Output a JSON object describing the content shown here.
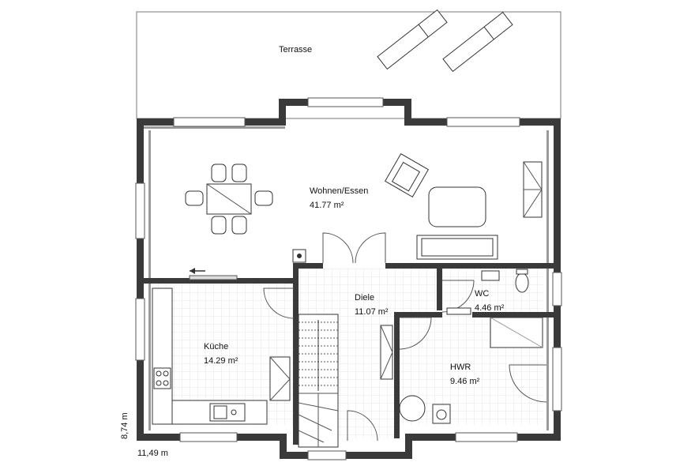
{
  "rooms": {
    "terrace": {
      "name": "Terrasse"
    },
    "living": {
      "name": "Wohnen/Essen",
      "area": "41.77 m²"
    },
    "hall": {
      "name": "Diele",
      "area": "11.07 m²"
    },
    "wc": {
      "name": "WC",
      "area": "4.46 m²"
    },
    "kitchen": {
      "name": "Küche",
      "area": "14.29 m²"
    },
    "utility": {
      "name": "HWR",
      "area": "9.46 m²"
    }
  },
  "dimensions": {
    "width": "11,49 m",
    "depth": "8,74 m"
  }
}
